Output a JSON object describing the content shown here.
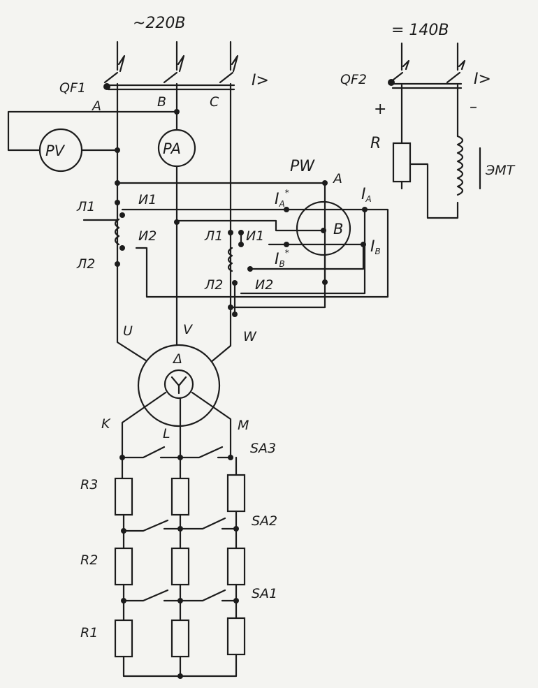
{
  "supply": {
    "ac": "~220В",
    "dc": "= 140В"
  },
  "breakers": {
    "qf1": "QF1",
    "qf2": "QF2",
    "overcurrent": "I>"
  },
  "phases": {
    "a": "A",
    "b": "B",
    "c": "C"
  },
  "meters": {
    "pv": "PV",
    "pa": "PA",
    "pw": "PW",
    "pw_a": "A",
    "pw_b": "B"
  },
  "ct": {
    "l1": "Л1",
    "l2": "Л2",
    "i1": "И1",
    "i2": "И2",
    "ia": "I",
    "ia_sub": "A",
    "ib": "I",
    "ib_sub": "B",
    "star": "*"
  },
  "motor": {
    "u": "U",
    "v": "V",
    "w": "W",
    "delta": "Δ",
    "star": "Y",
    "k": "K",
    "l": "L",
    "m": "M"
  },
  "rheostat": {
    "sa3": "SA3",
    "sa2": "SA2",
    "sa1": "SA1",
    "r3": "R3",
    "r2": "R2",
    "r1": "R1"
  },
  "dc_circuit": {
    "plus": "+",
    "minus": "–",
    "r": "R",
    "emt": "ЭМТ"
  }
}
